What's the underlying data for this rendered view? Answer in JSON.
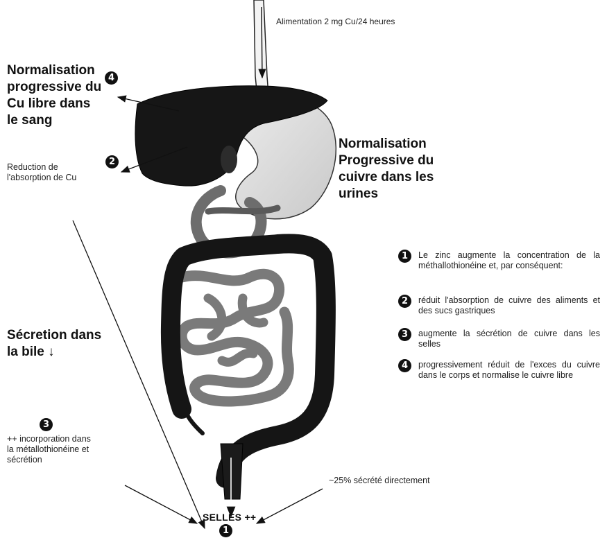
{
  "intake_label": "Alimentation 2 mg Cu/24 heures",
  "blood": {
    "number": "4",
    "text_lines": [
      "Normalisation",
      "progressive du",
      "Cu libre dans",
      "le sang"
    ]
  },
  "absorption": {
    "number": "2",
    "text_lines": [
      "Reduction de",
      "l'absorption de Cu"
    ]
  },
  "urine": {
    "text_lines": [
      "Normalisation",
      "Progressive du",
      "cuivre dans les",
      "urines"
    ]
  },
  "bile": {
    "text_lines": [
      "Sécretion dans",
      "la bile ↓"
    ]
  },
  "incorporation": {
    "number": "3",
    "text_lines": [
      "++ incorporation dans",
      "la métallothionéine et",
      "sécrétion"
    ]
  },
  "direct_label": "~25% sécrété directement",
  "stool": {
    "label": "SELLES ++",
    "number": "1"
  },
  "legend": [
    {
      "number": "1",
      "text": "Le zinc augmente la concentration de la méthallothionéine et, par conséquent:"
    },
    {
      "number": "2",
      "text": "réduit l'absorption de cuivre des aliments et des sucs gastriques"
    },
    {
      "number": "3",
      "text": "augmente la sécrétion de cuivre dans les selles"
    },
    {
      "number": "4",
      "text": "progressivement réduit de l'exces du cuivre dans le corps et normalise le cuivre libre"
    }
  ],
  "colors": {
    "liver": "#161616",
    "stomach": "#d9d9d9",
    "duodenum": "#6d6d6d",
    "small_intestine": "#7a7a7a",
    "colon": "#151515",
    "esophagus": "#f2f2f2"
  }
}
